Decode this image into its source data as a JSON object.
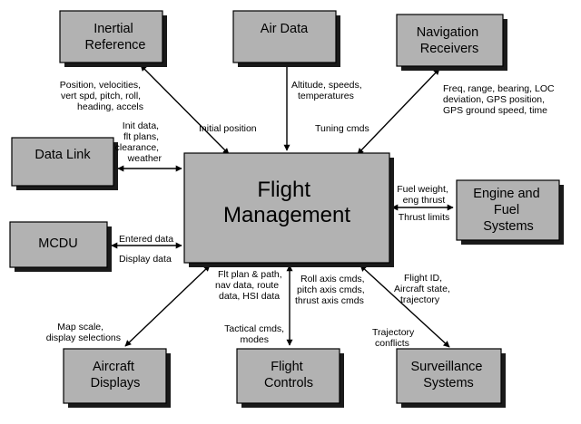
{
  "blocks": {
    "inertial_reference": [
      "Inertial",
      "Reference"
    ],
    "air_data": [
      "Air Data"
    ],
    "navigation_receivers": [
      "Navigation",
      "Receivers"
    ],
    "data_link": [
      "Data Link"
    ],
    "mcdu": [
      "MCDU"
    ],
    "flight_management": [
      "Flight",
      "Management"
    ],
    "engine_fuel_systems": [
      "Engine and",
      "Fuel",
      "Systems"
    ],
    "aircraft_displays": [
      "Aircraft",
      "Displays"
    ],
    "flight_controls": [
      "Flight",
      "Controls"
    ],
    "surveillance_systems": [
      "Surveillance",
      "Systems"
    ]
  },
  "flows": {
    "inertial_out": [
      "Position, velocities,",
      "vert spd, pitch, roll,",
      "heading, accels"
    ],
    "inertial_in": [
      "Initial position"
    ],
    "air_data": [
      "Altitude, speeds,",
      "temperatures"
    ],
    "nav_out": [
      "Freq, range, bearing, LOC",
      "deviation, GPS position,",
      "GPS ground speed, time"
    ],
    "nav_in": [
      "Tuning cmds"
    ],
    "data_link": [
      "Init data,",
      "flt plans,",
      "clearance,",
      "weather"
    ],
    "mcdu_in": [
      "Entered data"
    ],
    "mcdu_out": [
      "Display data"
    ],
    "engine_in": [
      "Fuel weight,",
      "eng thrust"
    ],
    "engine_out": [
      "Thrust limits"
    ],
    "displays_in": [
      "Flt plan & path,",
      "nav data, route",
      "data, HSI data"
    ],
    "displays_out": [
      "Map scale,",
      "display selections"
    ],
    "controls_in": [
      "Roll axis cmds,",
      "pitch axis cmds,",
      "thrust axis cmds"
    ],
    "controls_out": [
      "Tactical cmds,",
      "modes"
    ],
    "surveillance_in": [
      "Flight ID,",
      "Aircraft state,",
      "trajectory"
    ],
    "surveillance_out": [
      "Trajectory",
      "conflicts"
    ]
  },
  "colors": {
    "box_fill": "#b2b2b2",
    "shadow": "#1a1a1a",
    "stroke": "#000000"
  }
}
